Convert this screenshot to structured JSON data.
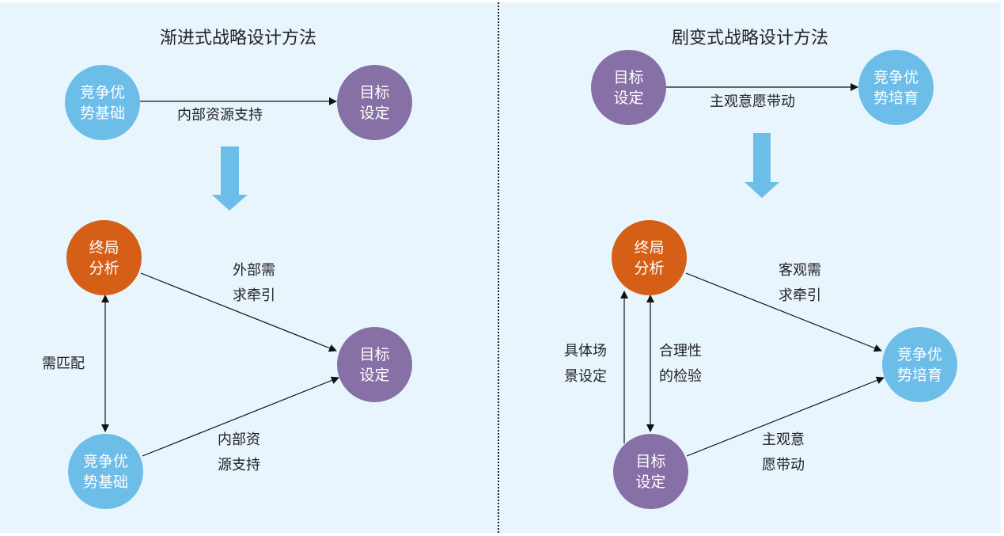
{
  "colors": {
    "background": "#e8f5fd",
    "blue_node": "#6dbde9",
    "purple_node": "#8670a6",
    "orange_node": "#d55f16",
    "big_arrow": "#6dbde9",
    "line": "#111111"
  },
  "left_panel": {
    "title": "渐进式战略设计方法",
    "top": {
      "source": {
        "line1": "竞争优",
        "line2": "势基础",
        "color": "blue"
      },
      "target": {
        "line1": "目标",
        "line2": "设定",
        "color": "purple"
      },
      "edge_label": "内部资源支持"
    },
    "bottom": {
      "endgame": {
        "line1": "终局",
        "line2": "分析",
        "color": "orange"
      },
      "goal": {
        "line1": "目标",
        "line2": "设定",
        "color": "purple"
      },
      "advantage": {
        "line1": "竞争优",
        "line2": "势基础",
        "color": "blue"
      },
      "edge_endgame_goal": {
        "line1": "外部需",
        "line2": "求牵引"
      },
      "edge_advantage_goal": {
        "line1": "内部资",
        "line2": "源支持"
      },
      "edge_endgame_advantage": {
        "line1": "需匹配"
      }
    }
  },
  "right_panel": {
    "title": "剧变式战略设计方法",
    "top": {
      "source": {
        "line1": "目标",
        "line2": "设定",
        "color": "purple"
      },
      "target": {
        "line1": "竞争优",
        "line2": "势培育",
        "color": "blue"
      },
      "edge_label": "主观意愿带动"
    },
    "bottom": {
      "endgame": {
        "line1": "终局",
        "line2": "分析",
        "color": "orange"
      },
      "advantage": {
        "line1": "竞争优",
        "line2": "势培育",
        "color": "blue"
      },
      "goal": {
        "line1": "目标",
        "line2": "设定",
        "color": "purple"
      },
      "edge_endgame_advantage": {
        "line1": "客观需",
        "line2": "求牵引"
      },
      "edge_goal_advantage": {
        "line1": "主观意",
        "line2": "愿带动"
      },
      "edge_goal_endgame_scenario": {
        "line1": "具体场",
        "line2": "景设定"
      },
      "edge_goal_endgame_check": {
        "line1": "合理性",
        "line2": "的检验"
      }
    }
  }
}
